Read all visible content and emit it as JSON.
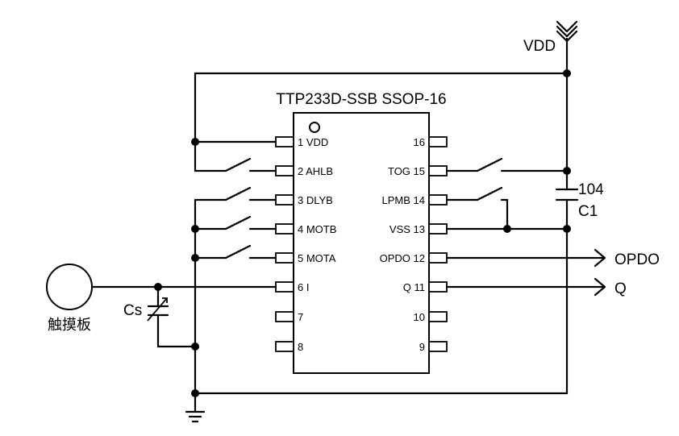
{
  "chip": {
    "title": "TTP233D-SSB SSOP-16",
    "left_pins": [
      "1 VDD",
      "2 AHLB",
      "3 DLYB",
      "4 MOTB",
      "5 MOTA",
      "6 I",
      "7",
      "8"
    ],
    "right_pins": [
      "16",
      "TOG 15",
      "LPMB 14",
      "VSS 13",
      "OPDO 12",
      "Q 11",
      "10",
      "9"
    ]
  },
  "labels": {
    "vdd": "VDD",
    "cap_value": "104",
    "cap_name": "C1",
    "opdo_out": "OPDO",
    "q_out": "Q",
    "cs": "Cs",
    "touch_pad": "触摸板"
  }
}
